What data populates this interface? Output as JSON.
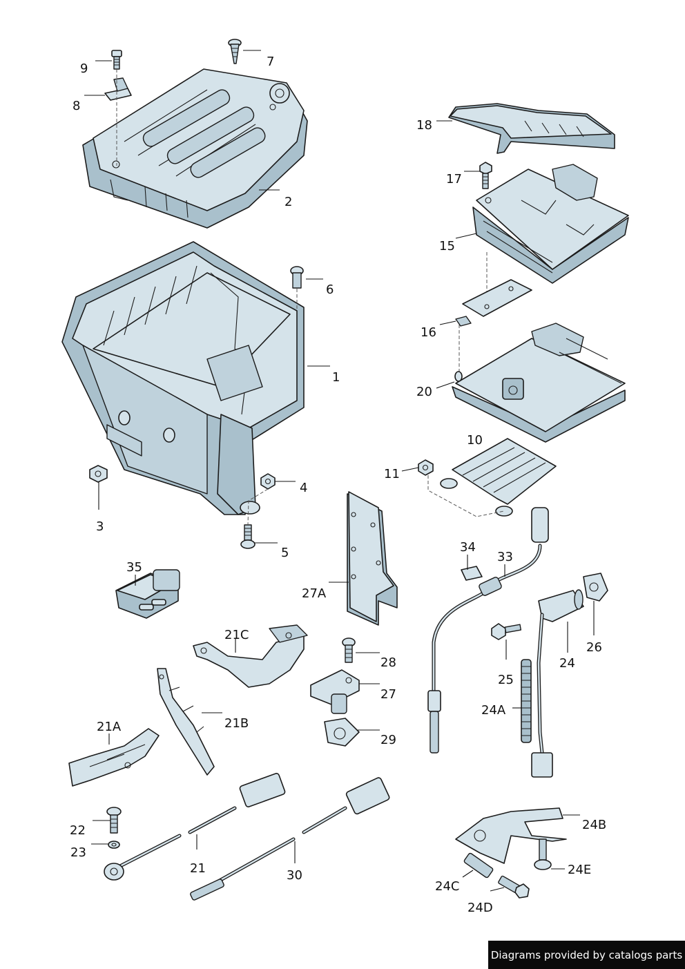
{
  "callouts": [
    {
      "id": "9",
      "text": "9"
    },
    {
      "id": "7",
      "text": "7"
    },
    {
      "id": "8",
      "text": "8"
    },
    {
      "id": "2",
      "text": "2"
    },
    {
      "id": "6",
      "text": "6"
    },
    {
      "id": "1",
      "text": "1"
    },
    {
      "id": "3",
      "text": "3"
    },
    {
      "id": "4",
      "text": "4"
    },
    {
      "id": "5",
      "text": "5"
    },
    {
      "id": "18",
      "text": "18"
    },
    {
      "id": "17",
      "text": "17"
    },
    {
      "id": "15",
      "text": "15"
    },
    {
      "id": "16",
      "text": "16"
    },
    {
      "id": "20",
      "text": "20"
    },
    {
      "id": "10",
      "text": "10"
    },
    {
      "id": "11",
      "text": "11"
    },
    {
      "id": "34",
      "text": "34"
    },
    {
      "id": "33",
      "text": "33"
    },
    {
      "id": "35",
      "text": "35"
    },
    {
      "id": "27A",
      "text": "27A"
    },
    {
      "id": "26",
      "text": "26"
    },
    {
      "id": "21C",
      "text": "21C"
    },
    {
      "id": "28",
      "text": "28"
    },
    {
      "id": "25",
      "text": "25"
    },
    {
      "id": "24",
      "text": "24"
    },
    {
      "id": "27",
      "text": "27"
    },
    {
      "id": "24A",
      "text": "24A"
    },
    {
      "id": "21A",
      "text": "21A"
    },
    {
      "id": "21B",
      "text": "21B"
    },
    {
      "id": "29",
      "text": "29"
    },
    {
      "id": "22",
      "text": "22"
    },
    {
      "id": "23",
      "text": "23"
    },
    {
      "id": "21",
      "text": "21"
    },
    {
      "id": "30",
      "text": "30"
    },
    {
      "id": "24B",
      "text": "24B"
    },
    {
      "id": "24E",
      "text": "24E"
    },
    {
      "id": "24C",
      "text": "24C"
    },
    {
      "id": "24D",
      "text": "24D"
    }
  ],
  "footer": {
    "text": "Diagrams provided by catalogs parts"
  },
  "colors": {
    "part_fill": "#d5e3ea",
    "part_shade": "#a9c0cc",
    "outline": "#1b1b1b",
    "footer_bg": "#0a0a0a",
    "footer_text": "#ffffff"
  }
}
